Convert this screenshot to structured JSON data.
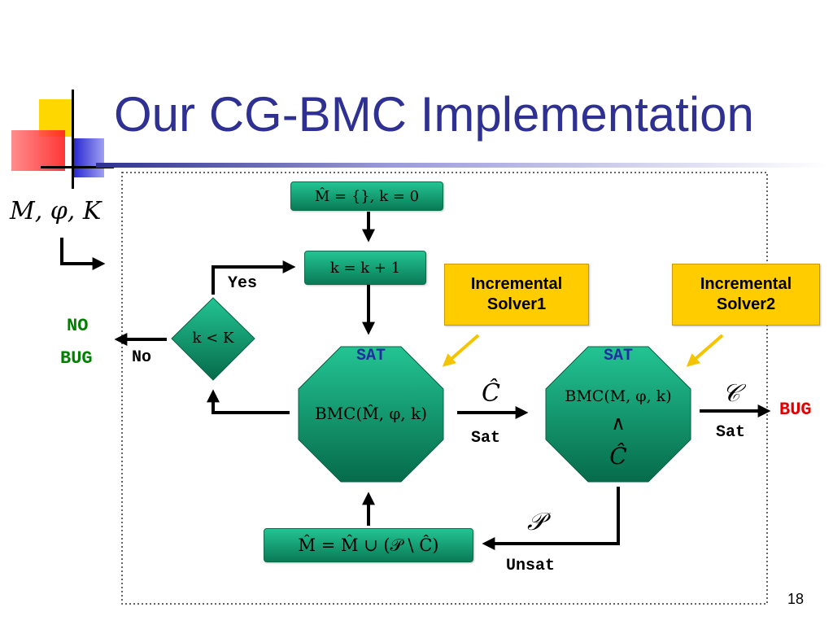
{
  "slide": {
    "title": "Our CG-BMC Implementation",
    "number": "18"
  },
  "inputs_label": "M, φ, K",
  "boxes": {
    "init": "M̂ = {}, k = 0",
    "increment": "k = k + 1",
    "check": "k < K",
    "refine": "M̂ = M̂ ∪ (𝒫 \\ Ĉ)"
  },
  "solver1": {
    "tag": "SAT",
    "formula": "BMC(M̂, φ, k)",
    "callout_line1": "Incremental",
    "callout_line2": "Solver1"
  },
  "solver2": {
    "tag": "SAT",
    "formula_line1": "BMC(M, φ, k)",
    "formula_op": "∧",
    "formula_line3": "Ĉ",
    "callout_line1": "Incremental",
    "callout_line2": "Solver2"
  },
  "edges": {
    "yes": "Yes",
    "no": "No",
    "sat1": "Sat",
    "sat1_symbol": "Ĉ",
    "sat2": "Sat",
    "sat2_symbol": "𝒞",
    "unsat": "Unsat",
    "unsat_symbol": "𝒫"
  },
  "results": {
    "no_bug_line1": "NO",
    "no_bug_line2": "BUG",
    "bug": "BUG"
  },
  "colors": {
    "title": "#2e3192",
    "box_green_top": "#23c493",
    "box_green_bottom": "#0a7a56",
    "callout_yellow": "#ffcc00",
    "callout_arrow": "#f5c400",
    "no_bug_green": "#008000",
    "bug_red": "#e00000",
    "sat_blue": "#1f2fa0"
  }
}
